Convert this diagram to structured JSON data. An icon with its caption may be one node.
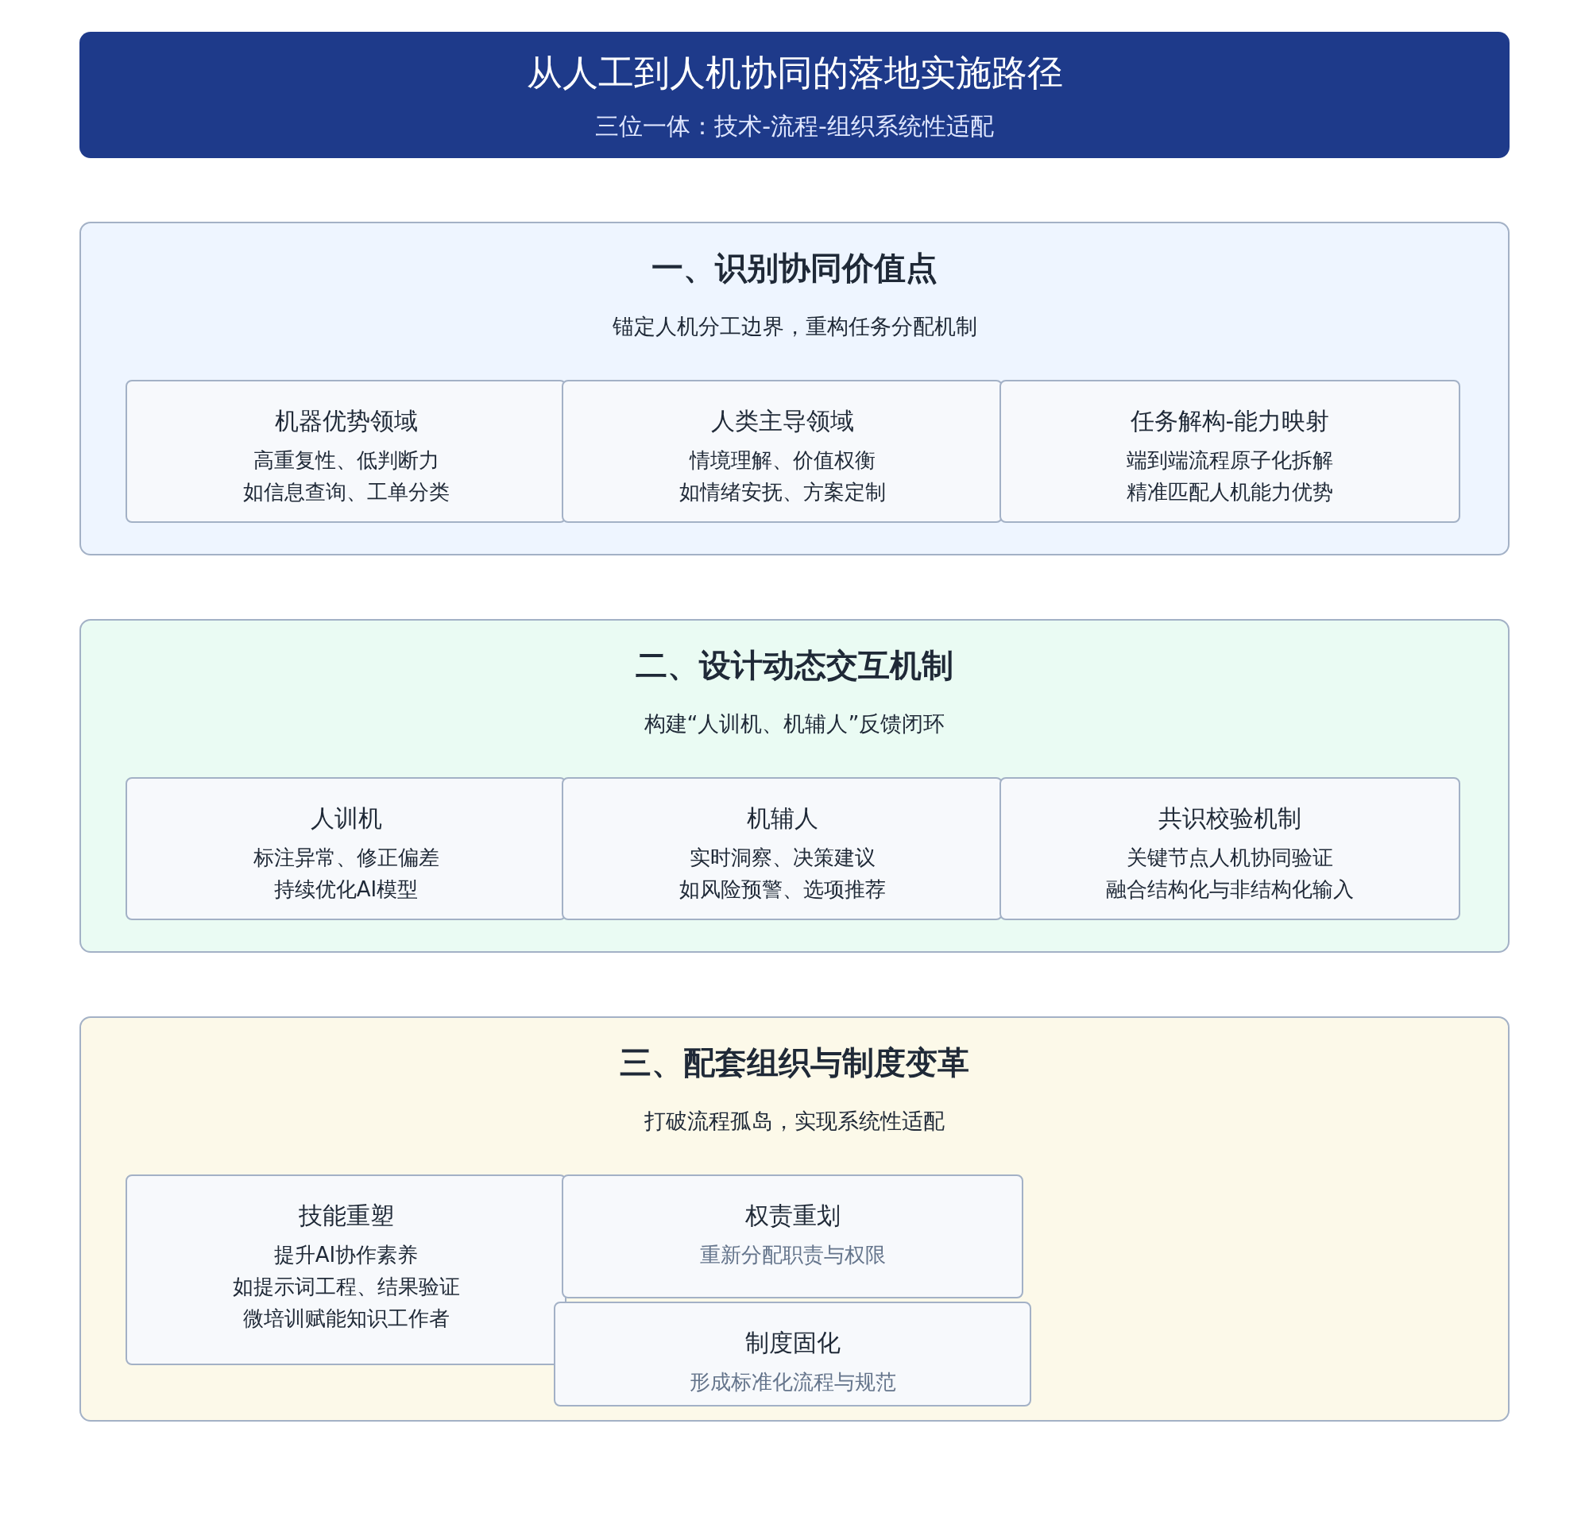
{
  "diagram": {
    "nodes": [
      {
        "text": [
          "从人工到人机协同的落地实施路径",
          "三位一体：技术-流程-组织系统性适配"
        ]
      },
      {
        "text": [
          "一、识别协同价值点",
          "锚定人机分工边界，重构任务分配机制"
        ]
      },
      {
        "text": [
          "机器优势领域",
          "高重复性、低判断力",
          "如信息查询、工单分类"
        ],
        "in": 1
      },
      {
        "text": [
          "人类主导领域",
          "情境理解、价值权衡",
          "如情绪安抚、方案定制"
        ],
        "in": 1
      },
      {
        "text": [
          "任务解构-能力映射",
          "端到端流程原子化拆解",
          "精准匹配人机能力优势"
        ],
        "in": 1
      },
      {
        "text": [
          "二、设计动态交互机制",
          "构建“人训机、机辅人”反馈闭环"
        ]
      },
      {
        "text": [
          "人训机",
          "标注异常、修正偏差",
          "持续优化AI模型"
        ],
        "in": 5
      },
      {
        "text": [
          "机辅人",
          "实时洞察、决策建议",
          "如风险预警、选项推荐"
        ],
        "in": 5
      },
      {
        "text": [
          "共识校验机制",
          "关键节点人机协同验证",
          "融合结构化与非结构化输入"
        ],
        "in": 5
      },
      {
        "text": [
          "三、配套组织与制度变革",
          "打破流程孤岛，实现系统性适配"
        ]
      },
      {
        "text": [
          "技能重塑",
          "提升AI协作素养",
          "如提示词工程、结果验证",
          "微培训赋能知识工作者"
        ],
        "in": 9
      },
      {
        "text": [
          "权责重划",
          "重新分配职责与权限"
        ],
        "in": 9
      },
      {
        "text": [
          "制度固化",
          "形成标准化流程与规范"
        ],
        "in": 9
      }
    ]
  }
}
